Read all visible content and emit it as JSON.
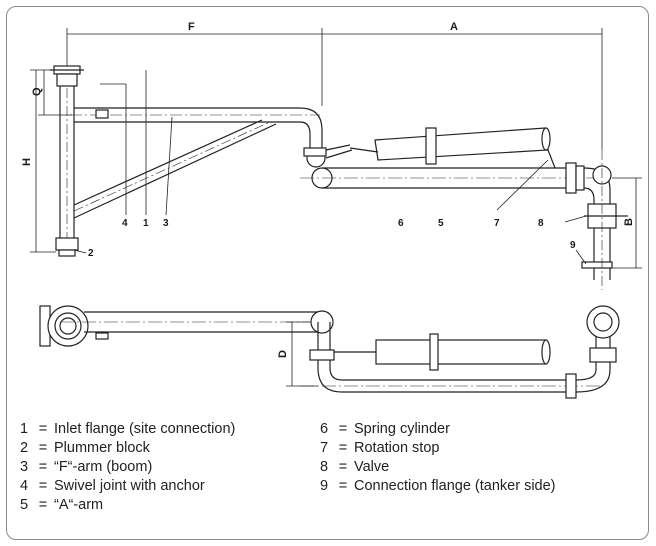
{
  "dimensions": {
    "F": "F",
    "A": "A",
    "H": "H",
    "Q": "Q",
    "B": "B",
    "D": "D"
  },
  "callouts": [
    "1",
    "2",
    "3",
    "4",
    "5",
    "6",
    "7",
    "8",
    "9"
  ],
  "legend": {
    "col1": [
      {
        "num": "1",
        "eq": "=",
        "text": "Inlet flange (site connection)"
      },
      {
        "num": "2",
        "eq": "=",
        "text": "Plummer block"
      },
      {
        "num": "3",
        "eq": "=",
        "text": "“F“-arm (boom)"
      },
      {
        "num": "4",
        "eq": "=",
        "text": "Swivel joint with anchor"
      },
      {
        "num": "5",
        "eq": "=",
        "text": "“A“-arm"
      }
    ],
    "col2": [
      {
        "num": "6",
        "eq": "=",
        "text": "Spring cylinder"
      },
      {
        "num": "7",
        "eq": "=",
        "text": "Rotation stop"
      },
      {
        "num": "8",
        "eq": "=",
        "text": "Valve"
      },
      {
        "num": "9",
        "eq": "=",
        "text": "Connection flange (tanker side)"
      }
    ]
  }
}
